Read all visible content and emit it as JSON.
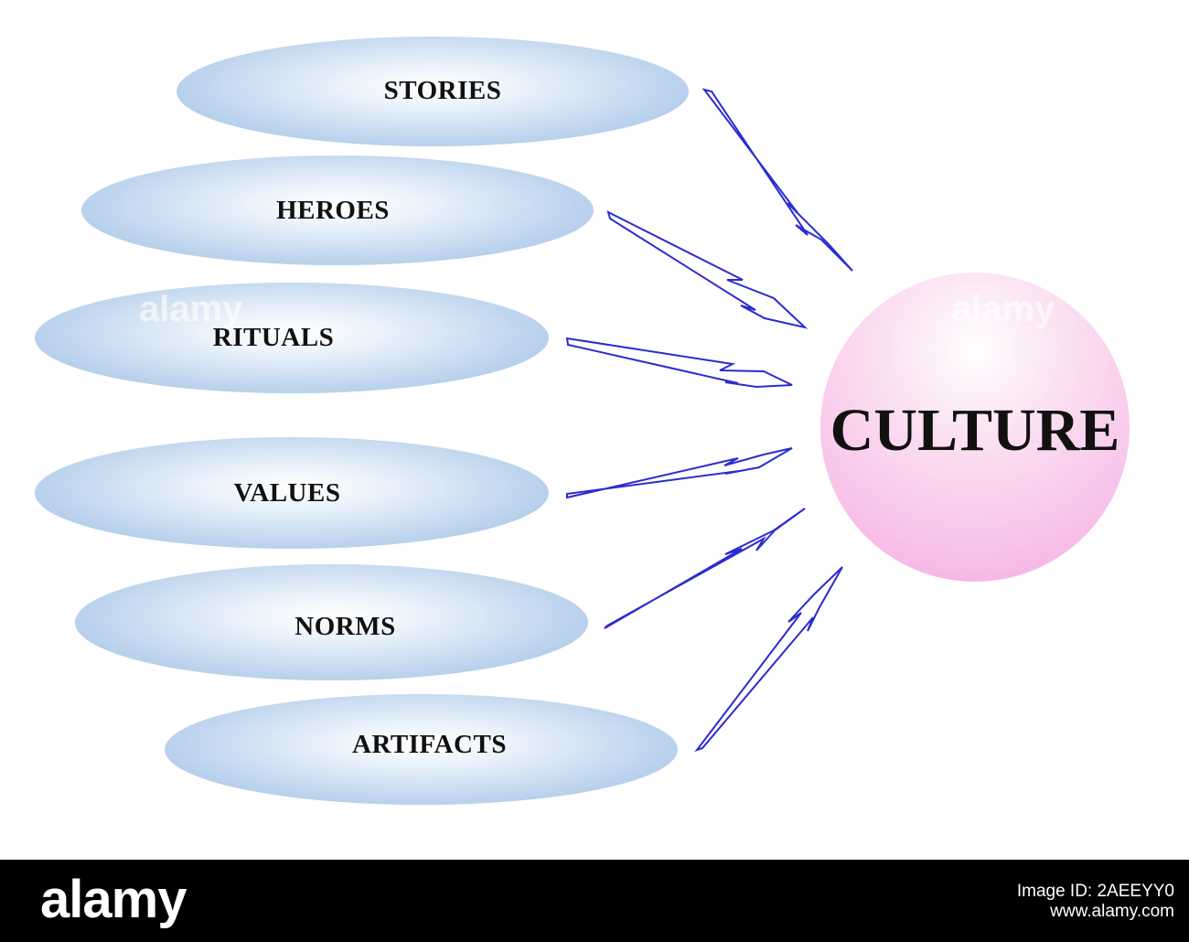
{
  "diagram": {
    "center_label": "CULTURE",
    "nodes": [
      "STORIES",
      "HEROES",
      "RITUALS",
      "VALUES",
      "NORMS",
      "ARTIFACTS"
    ]
  },
  "colors": {
    "ellipse_fill": "#b9d1ec",
    "circle_fill": "#f8c4ea",
    "arrow_stroke": "#2b2bd0"
  },
  "watermark": "alamy",
  "footer": {
    "logo": "alamy",
    "image_id": "Image ID: 2AEEYY0",
    "url": "www.alamy.com"
  }
}
